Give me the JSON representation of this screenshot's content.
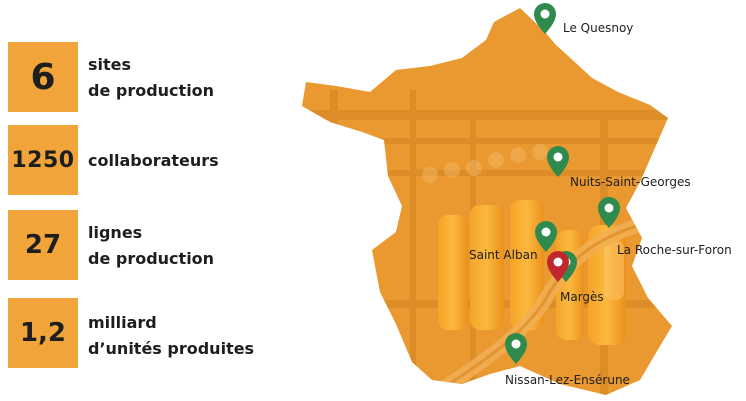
{
  "stats": [
    {
      "value": "6",
      "line1": "sites",
      "line2": "de production"
    },
    {
      "value": "1250",
      "line1": "collaborateurs",
      "line2": ""
    },
    {
      "value": "27",
      "line1": "lignes",
      "line2": "de production"
    },
    {
      "value": "1,2",
      "line1": "milliard",
      "line2": "d’unités produites"
    }
  ],
  "map": {
    "cities": [
      {
        "name": "Le Quesnoy",
        "pin": "green"
      },
      {
        "name": "Nuits-Saint-Georges",
        "pin": "green"
      },
      {
        "name": "La Roche-sur-Foron",
        "pin": "green"
      },
      {
        "name": "Saint Alban",
        "pin": "green"
      },
      {
        "name": "Margès",
        "pin": "red"
      },
      {
        "name": "Nissan-Lez-Ensérune",
        "pin": "green"
      }
    ]
  },
  "colors": {
    "accent": "#f0a43a",
    "map_fill": "#e9952c",
    "pin_green": "#2f8a4e",
    "pin_red": "#c1272d",
    "text": "#1e1e1e"
  }
}
